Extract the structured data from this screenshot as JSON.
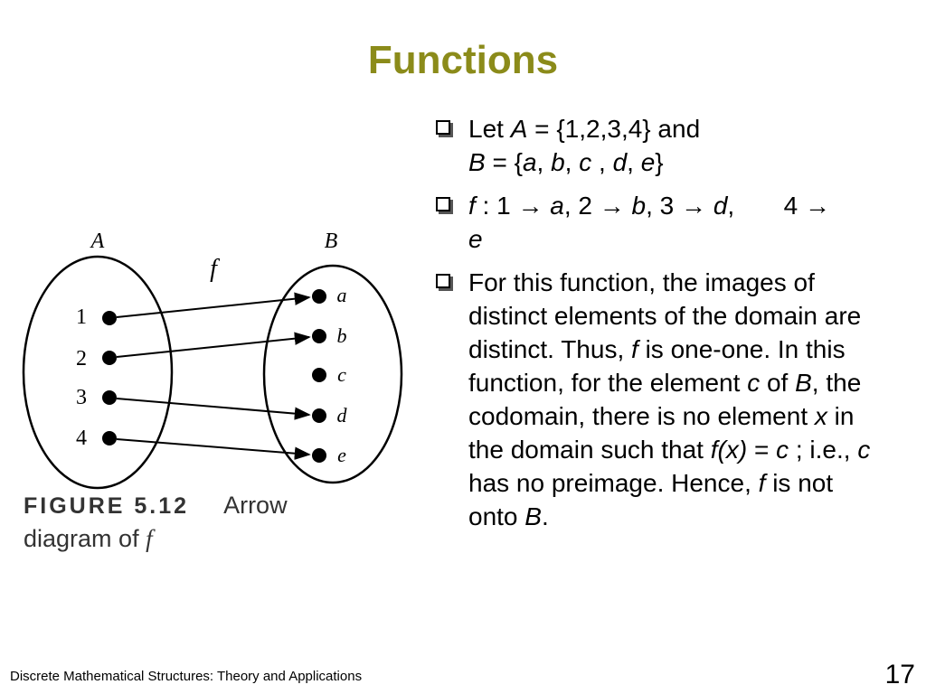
{
  "slide": {
    "title": "Functions",
    "footer": "Discrete Mathematical Structures: Theory and Applications",
    "page_number": "17"
  },
  "figure": {
    "set_a_label": "A",
    "set_b_label": "B",
    "function_label": "f",
    "domain": [
      "1",
      "2",
      "3",
      "4"
    ],
    "codomain": [
      "a",
      "b",
      "c",
      "d",
      "e"
    ],
    "mapping": [
      [
        "1",
        "a"
      ],
      [
        "2",
        "b"
      ],
      [
        "3",
        "d"
      ],
      [
        "4",
        "e"
      ]
    ],
    "caption_number": "FIGURE 5.12",
    "caption_word": "Arrow",
    "caption_line2": "diagram of",
    "caption_symbol": "f"
  },
  "bullets": {
    "b1": {
      "let": "Let",
      "A": "A",
      "eq1": " = {1,2,3,4} and",
      "B": "B",
      "eq2": " = {",
      "a": "a",
      "c1": ", ",
      "b": "b",
      "c2": ", ",
      "c": "c",
      "c3": " , ",
      "d": "d",
      "c4": ", ",
      "e": "e",
      "close": "}"
    },
    "b2": {
      "f": "f",
      "t1": " : 1 → ",
      "a": "a",
      "t2": ", 2 → ",
      "b": "b",
      "t3": ", 3 → ",
      "d": "d",
      "t4": ",       4 → ",
      "e": "e"
    },
    "b3": {
      "t1": "For this function, the images of distinct elements of the domain are distinct. Thus, ",
      "f1": "f",
      "t2": " is one-one. In this function, for the element ",
      "c1": "c",
      "t3": " of ",
      "B1": "B",
      "t4": ", the codomain, there is no element ",
      "x": "x",
      "t5": " in the domain such that ",
      "fx": "f(x)",
      "t6": " = ",
      "c2": "c",
      "t7": " ; i.e., ",
      "c3": "c",
      "t8": " has no preimage. Hence, ",
      "f2": "f",
      "t9": "  is not onto ",
      "B2": "B",
      "t10": "."
    }
  }
}
